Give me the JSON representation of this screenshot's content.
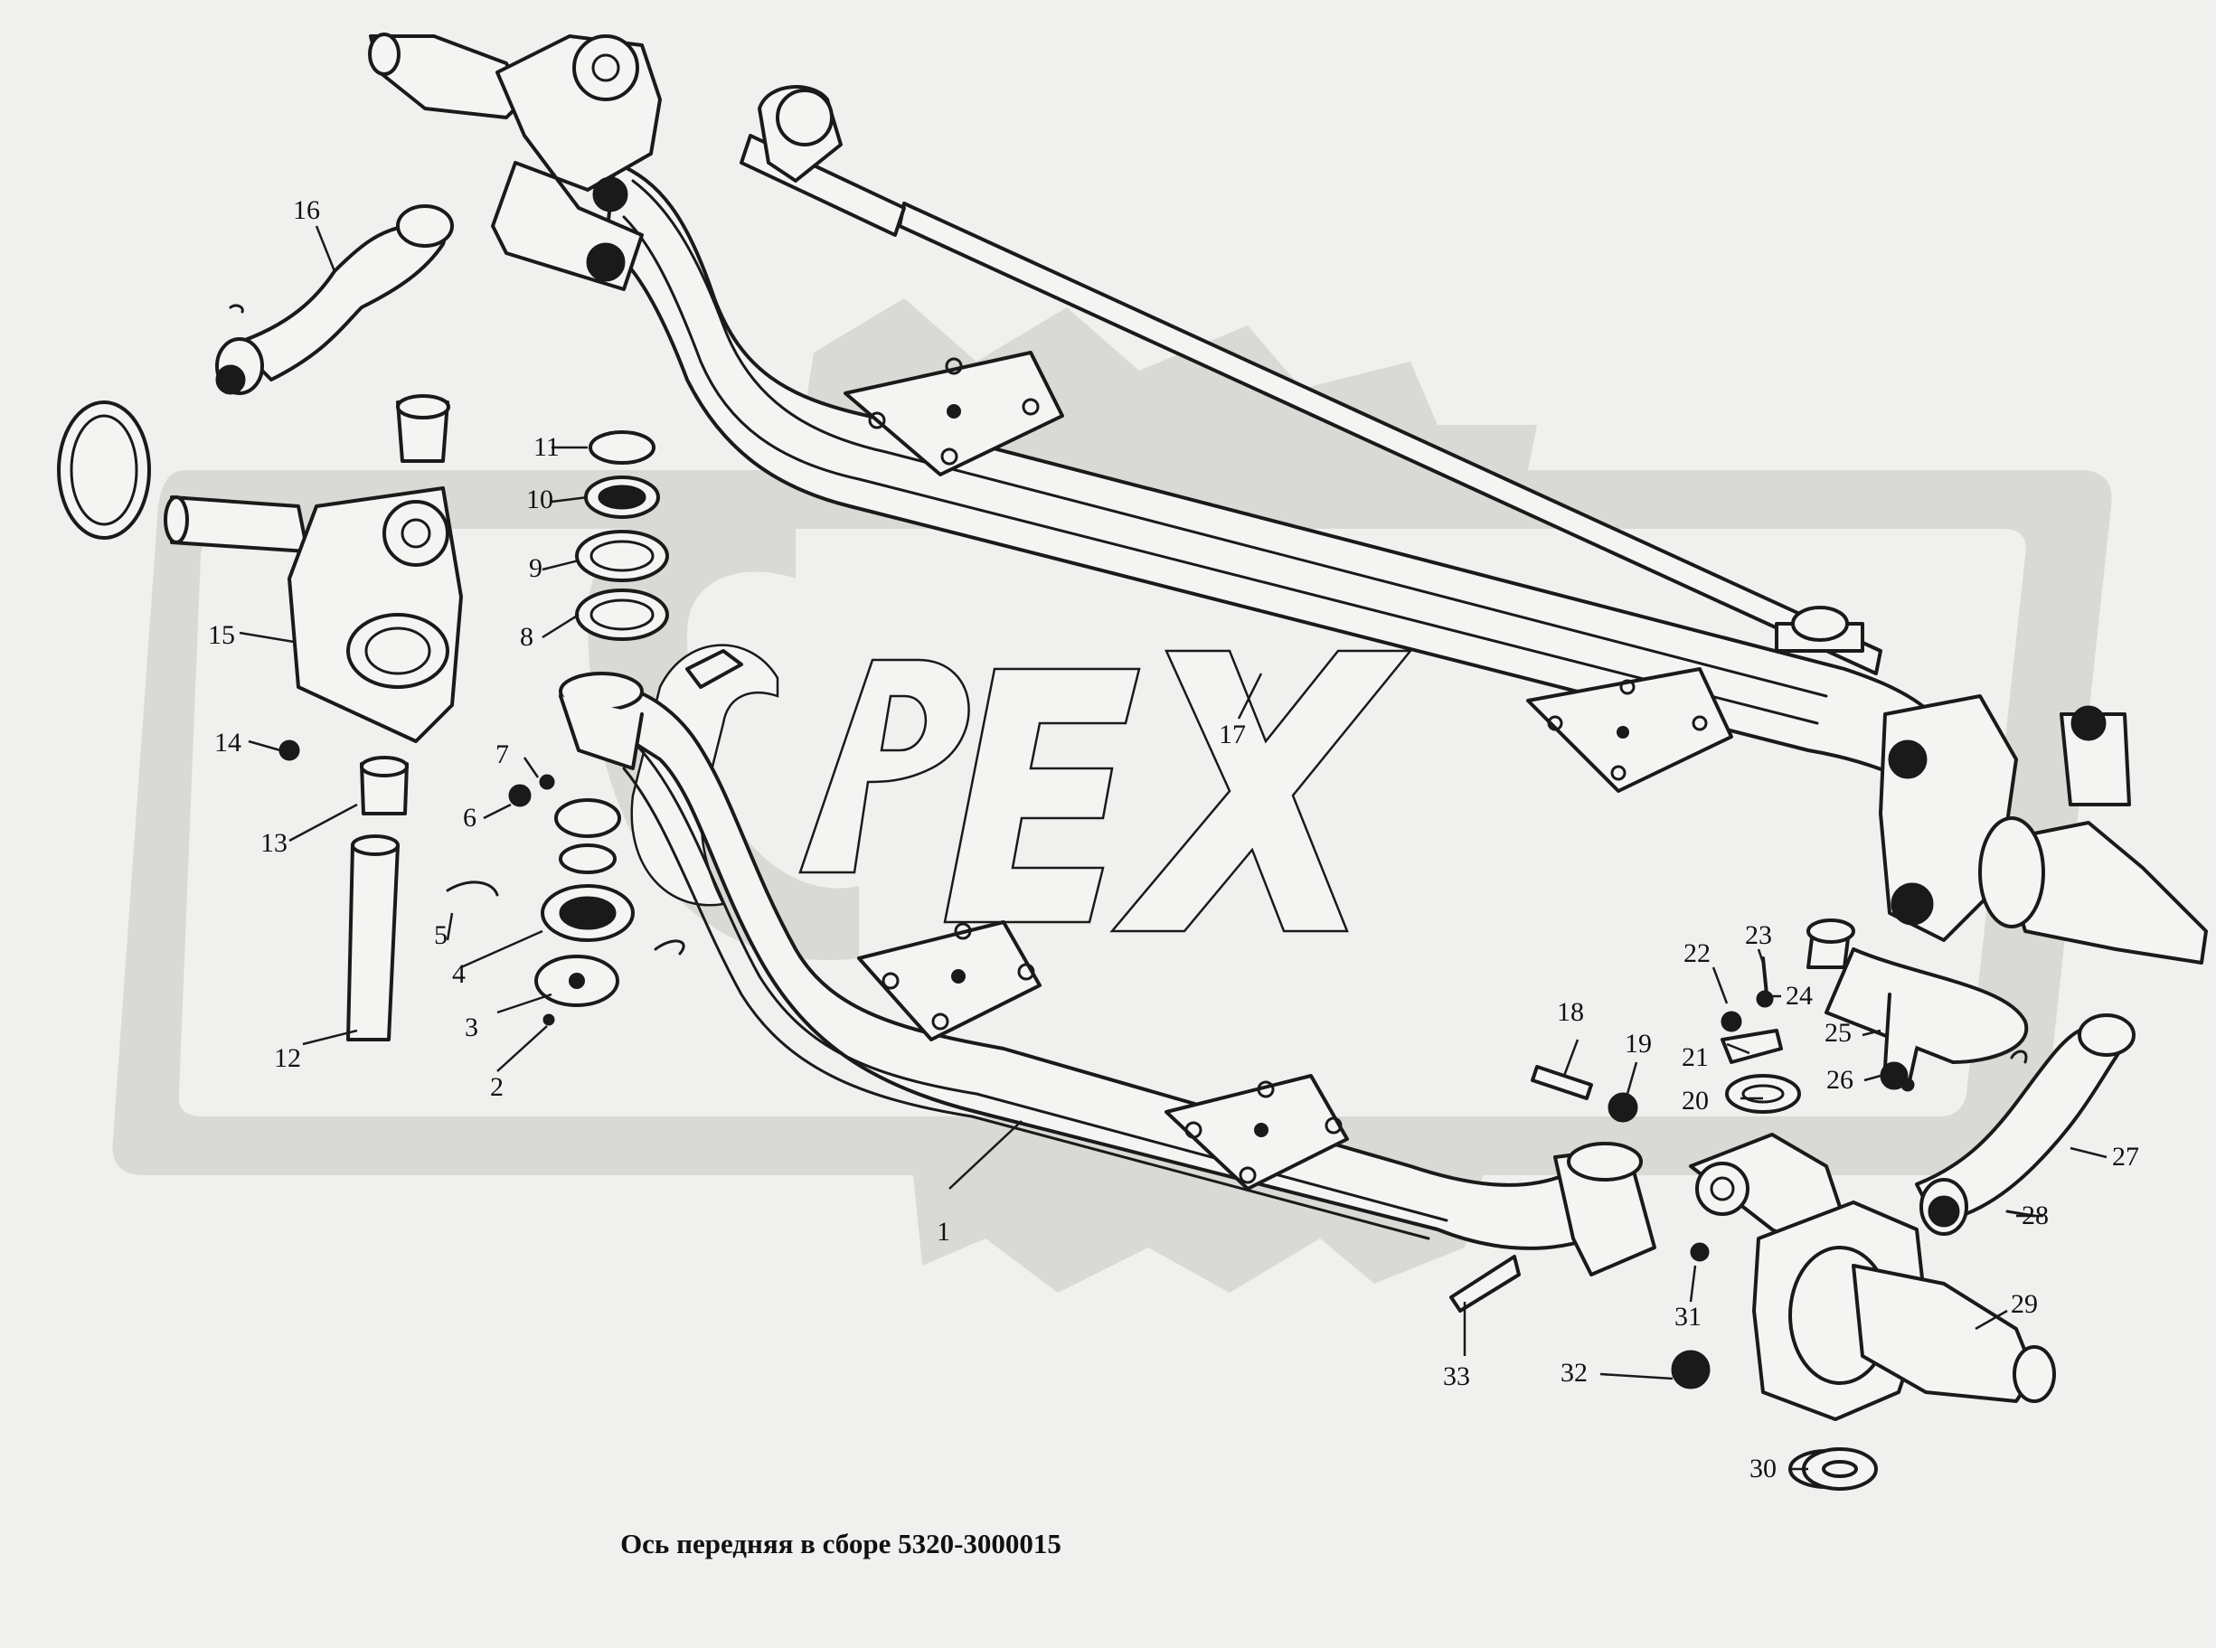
{
  "caption": "Ось передняя в сборе 5320-3000015",
  "watermark": {
    "text": "OPEX",
    "color": "#d9d9d6"
  },
  "callouts": [
    "1",
    "2",
    "3",
    "4",
    "5",
    "6",
    "7",
    "8",
    "9",
    "10",
    "11",
    "12",
    "13",
    "14",
    "15",
    "16",
    "17",
    "18",
    "19",
    "20",
    "21",
    "22",
    "23",
    "24",
    "25",
    "26",
    "27",
    "28",
    "29",
    "30",
    "31",
    "32",
    "33"
  ],
  "colors": {
    "background": "#f0f0ee",
    "line": "#1a1a1a"
  }
}
